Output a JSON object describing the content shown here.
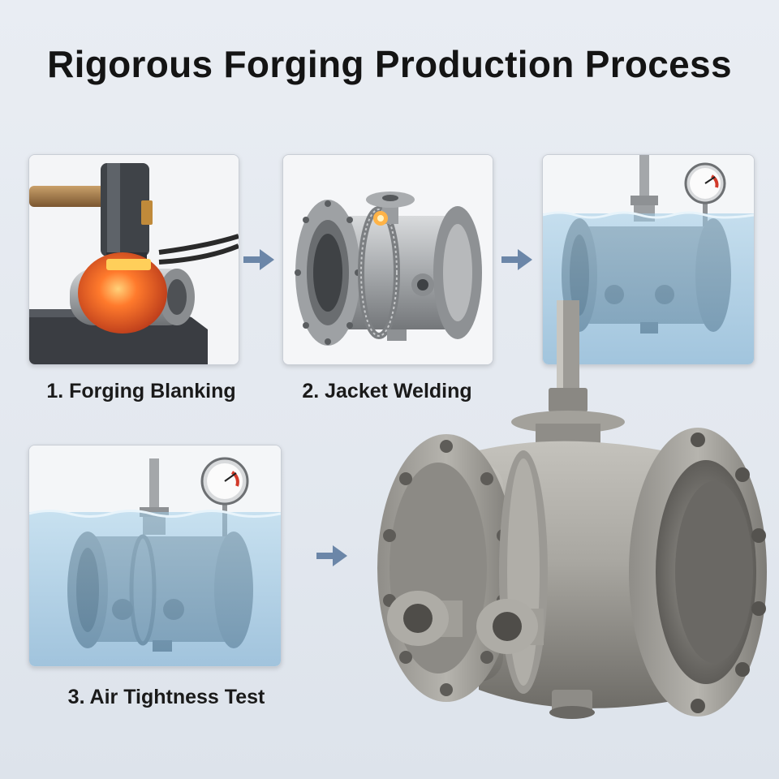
{
  "title": "Rigorous Forging Production Process",
  "steps": [
    {
      "label": "1. Forging Blanking",
      "image": "forging-hammer-hot-billet"
    },
    {
      "label": "2. Jacket Welding",
      "image": "jacket-welded-valve-body"
    },
    {
      "label": "",
      "image": "submerged-valve-pressure-test"
    },
    {
      "label": "3. Air Tightness Test",
      "image": "submerged-valve-pressure-gauge"
    }
  ],
  "arrows": [
    "arrow-right",
    "arrow-right",
    "arrow-right"
  ],
  "final_product": {
    "image": "jacketed-ball-valve"
  },
  "colors": {
    "background": "#e6eaf0",
    "arrow": "#6b86a8",
    "steel": "#a7a9ab",
    "hot_metal": "#ff6a2b",
    "water": "#7fb4d8"
  }
}
